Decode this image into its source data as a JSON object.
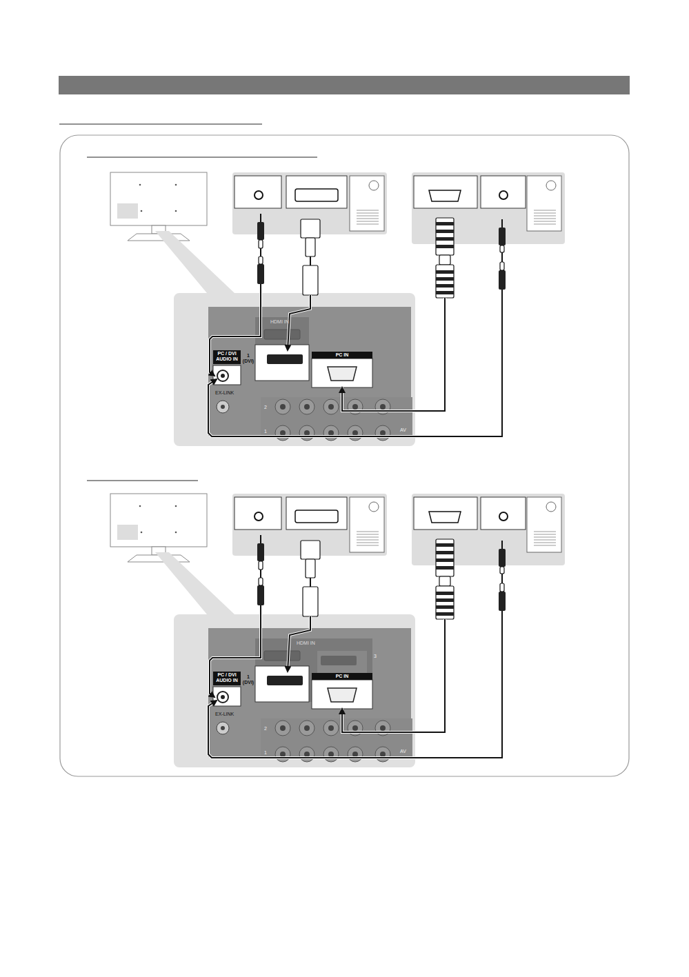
{
  "diagram": {
    "nodes": [
      {
        "text": [
          "PC / DVI AUDIO IN"
        ]
      },
      {
        "text": [
          "PC IN"
        ]
      },
      {
        "text": [
          "PC / DVI AUDIO IN"
        ]
      },
      {
        "text": [
          "PC IN"
        ]
      }
    ],
    "labels": [
      "HDMI IN",
      "1 (DVI)",
      "EX-LINK",
      "2",
      "1",
      "AV",
      "HDMI IN",
      "3",
      "1 (DVI)",
      "EX-LINK",
      "2",
      "1",
      "AV"
    ]
  }
}
